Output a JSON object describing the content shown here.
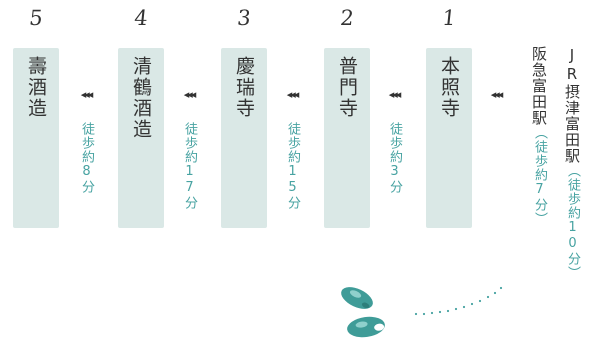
{
  "steps": [
    {
      "number": "5",
      "name": "壽酒造",
      "walk": "徒歩約8分"
    },
    {
      "number": "4",
      "name": "清鶴酒造",
      "walk": "徒歩約17分"
    },
    {
      "number": "3",
      "name": "慶瑞寺",
      "walk": "徒歩約15分"
    },
    {
      "number": "2",
      "name": "普門寺",
      "walk": "徒歩約3分"
    },
    {
      "number": "1",
      "name": "本照寺",
      "walk": ""
    }
  ],
  "arrow_glyph": "◂◂◂",
  "stations": [
    {
      "name": "阪急富田駅",
      "walk": "（徒歩約7分）"
    },
    {
      "name": "JR摂津富田駅",
      "walk": "（徒歩約10分）"
    }
  ],
  "colors": {
    "box": "#dae8e6",
    "accent": "#48a3a2",
    "text": "#333333",
    "shoes": "#3f9c98"
  },
  "icons": [
    "footprints-icon",
    "dotted-path-icon"
  ]
}
